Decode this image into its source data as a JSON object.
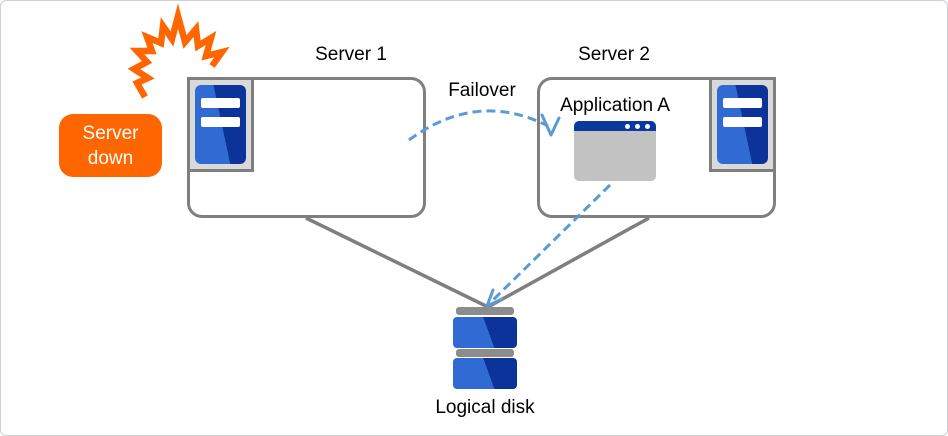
{
  "labels": {
    "server1": "Server 1",
    "server2": "Server 2",
    "failover": "Failover",
    "application": "Application A",
    "logical_disk": "Logical disk"
  },
  "badge": {
    "line1": "Server",
    "line2": "down"
  },
  "icons": {
    "crash_burst": "crash-burst-icon",
    "server_tower": "server-tower-icon",
    "app_window": "application-window-icon",
    "logical_disk": "logical-disk-icon"
  },
  "colors": {
    "accent_orange": "#ff6600",
    "box_border_gray": "#7f7f7f",
    "connector_gray": "#7f7f7f",
    "dashed_arrow_blue": "#5b9bd5",
    "server_blue_light": "#2f6bd3",
    "server_blue_dark": "#0c3399",
    "icon_frame_fill": "#d9d9d9",
    "window_titlebar_blue": "#0a3a9e",
    "window_body_gray": "#c2c2c2",
    "disk_cap_gray": "#8c8c8c",
    "text_black": "#000000",
    "badge_text_white": "#ffffff",
    "canvas_border": "#cdd0d5"
  }
}
